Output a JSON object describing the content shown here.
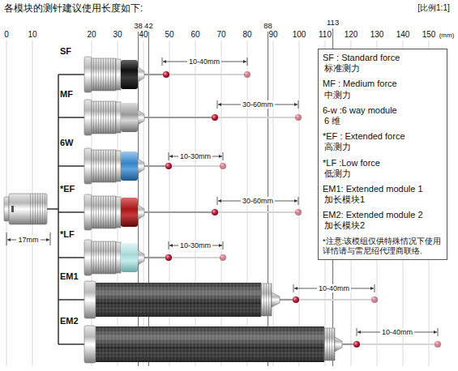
{
  "diagram": {
    "title": "各模块的测针建议使用长度如下:",
    "nodes": [
      {
        "text": [
          "SF : Standard force",
          "标准测力",
          "MF : Medium force",
          "中测力",
          "6-w :6 way module",
          "6 维",
          "*EF : Extended force",
          "高测力",
          "*LF :Low force",
          "低测力",
          "EM1: Extended module 1",
          "加长模块1",
          "EM2: Extended module 2",
          "加长模块2",
          "*注意:该模组仅供特殊情况下使用 详情请与雷尼绍代理商联络."
        ]
      }
    ],
    "labels": [
      "[比例1:1]",
      "0",
      "10",
      "20",
      "30",
      "40",
      "50",
      "60",
      "70",
      "80",
      "90",
      "100",
      "110",
      "120",
      "130",
      "140",
      "150",
      "(mm)",
      "38",
      "42",
      "88",
      "113",
      "SF",
      "MF",
      "6W",
      "*EF",
      "*LF",
      "EM1",
      "EM2",
      "10-40mm",
      "30-60mm",
      "10-30mm",
      "30-60mm",
      "10-30mm",
      "10-40mm",
      "10-40mm",
      "17mm"
    ]
  }
}
